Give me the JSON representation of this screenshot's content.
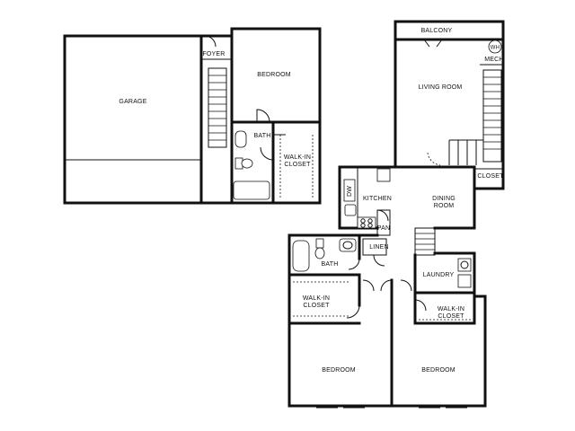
{
  "plan": {
    "rooms": {
      "foyer": "FOYER",
      "bedroom_upper": "BEDROOM",
      "garage": "GARAGE",
      "bath_upper": "BATH",
      "walkin_upper_1": "WALK-IN",
      "walkin_upper_2": "CLOSET",
      "balcony": "BALCONY",
      "mech_badge": "WH",
      "mech": "MECH",
      "living_room": "LIVING ROOM",
      "closet": "CLOSET",
      "dw": "DW",
      "kitchen": "KITCHEN",
      "dining_1": "DINING",
      "dining_2": "ROOM",
      "pan": "PAN",
      "linen": "LINEN",
      "bath_lower": "BATH",
      "laundry": "LAUNDRY",
      "walkin_left_1": "WALK-IN",
      "walkin_left_2": "CLOSET",
      "walkin_right_1": "WALK-IN",
      "walkin_right_2": "CLOSET",
      "bedroom_left": "BEDROOM",
      "bedroom_right": "BEDROOM"
    }
  }
}
